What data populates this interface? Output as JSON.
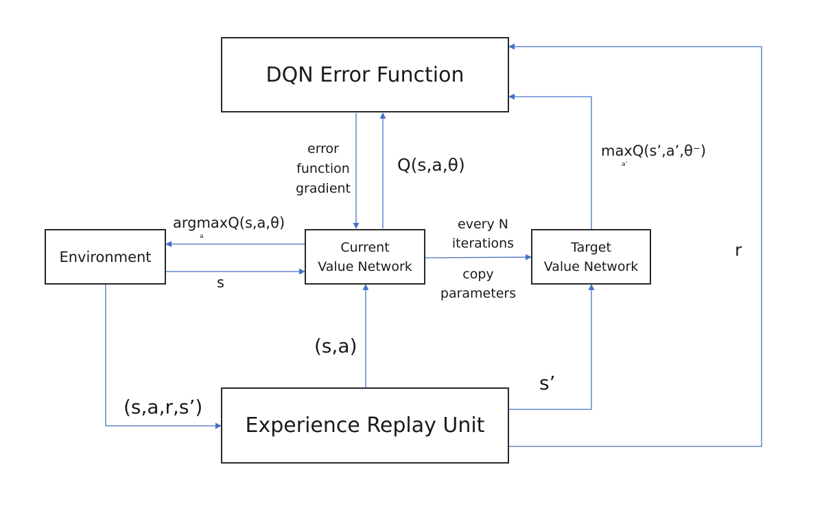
{
  "nodes": {
    "dqn_error": "DQN Error Function",
    "environment": "Environment",
    "current_network": {
      "line1": "Current",
      "line2": "Value Network"
    },
    "target_network": {
      "line1": "Target",
      "line2": "Value Network"
    },
    "replay_unit": "Experience Replay Unit"
  },
  "edges": {
    "gradient": {
      "line1": "error",
      "line2": "function",
      "line3": "gradient"
    },
    "q_value": "Q(s,a,θ)",
    "argmax": {
      "main": "argmaxQ(s,a,θ)",
      "sub": "a"
    },
    "state": "s",
    "copy_top": {
      "line1": "every N",
      "line2": "iterations"
    },
    "copy_bottom": {
      "line1": "copy",
      "line2": "parameters"
    },
    "max_target": {
      "main": "maxQ(s’,a’,θ⁻)",
      "sub": "a’"
    },
    "reward": "r",
    "state_action": "(s,a)",
    "next_state": "s’",
    "transition": "(s,a,r,s’)"
  },
  "colors": {
    "arrow": "#4472c4",
    "border": "#262626"
  }
}
